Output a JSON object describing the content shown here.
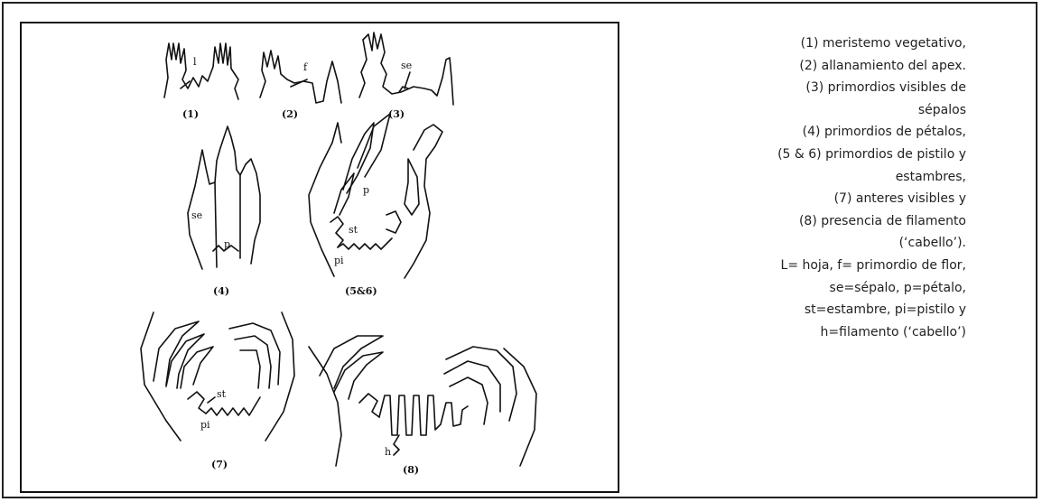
{
  "figure": {
    "stage_labels": [
      "(1)",
      "(2)",
      "(3)",
      "(4)",
      "(5&6)",
      "(7)",
      "(8)"
    ],
    "part_labels": {
      "l": "l",
      "f": "f",
      "se_3": "se",
      "se_4": "se",
      "p_4": "p",
      "p_5": "p",
      "st_5": "st",
      "pi_5": "pi",
      "st_7": "st",
      "pi_7": "pi",
      "h_8": "h"
    }
  },
  "legend": {
    "lines": [
      "(1) meristemo vegetativo,",
      "(2) allanamiento del apex.",
      "(3) primordios visibles de",
      "sépalos",
      "(4) primordios de pétalos,",
      "(5 & 6) primordios de pistilo y",
      "estambres,",
      "(7) anteres visibles y",
      "(8) presencia de filamento",
      "(‘cabello’).",
      "L= hoja, f= primordio de flor,",
      "se=sépalo, p=pétalo,",
      "st=estambre, pi=pistilo y",
      "h=filamento (‘cabello’)"
    ]
  }
}
